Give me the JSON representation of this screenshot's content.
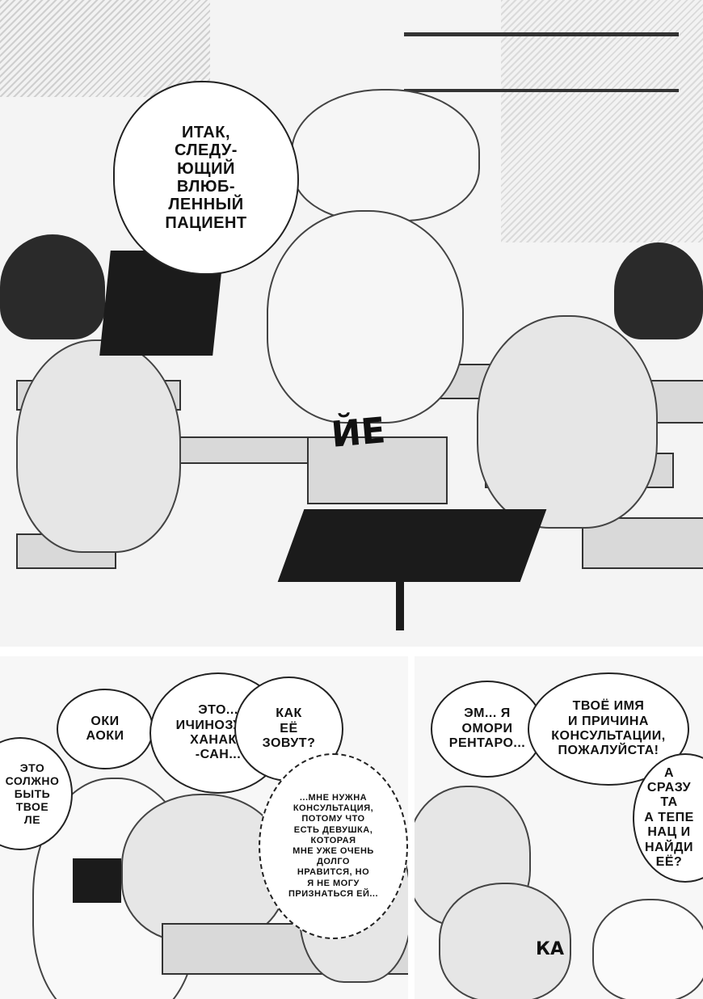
{
  "panels": {
    "top": {
      "bubble_main": "ИТАК,\nСЛЕДУ-\nЮЩИЙ\nВЛЮБ-\nЛЕННЫЙ\nПАЦИЕНТ",
      "sfx": "ЙЕ"
    },
    "bottom_left": {
      "bubble_oki": "ОКИ\nАОКИ",
      "bubble_eto": "ЭТО...\nИЧИНОЗУСА\nХАНАКА\n-САН...",
      "bubble_kak": "КАК\nЕЁ\nЗОВУТ?",
      "bubble_smaller": "ЭТО\nСОЛЖНО\nБЫТЬ\nТВОЕ\nЛЕ",
      "thought": "...МНЕ НУЖНА\nКОНСУЛЬТАЦИЯ,\nПОТОМУ ЧТО\nЕСТЬ ДЕВУШКА,\nКОТОРАЯ\nМНЕ УЖЕ ОЧЕНЬ\nДОЛГО\nНРАВИТСЯ, НО\nЯ НЕ МОГУ\nПРИЗНАТЬСЯ ЕЙ..."
    },
    "bottom_right": {
      "bubble_em": "ЭМ... Я\nОМОРИ\nРЕНТАРО...",
      "bubble_name": "ТВОЁ ИМЯ\nИ ПРИЧИНА\nКОНСУЛЬТАЦИИ,\nПОЖАЛУЙСТА!",
      "bubble_side": "А\nСРАЗУ\nТА\nА ТЕПЕ\nНАЦ И\nНАЙДИ\nЕЁ?",
      "sfx": "КА"
    }
  }
}
